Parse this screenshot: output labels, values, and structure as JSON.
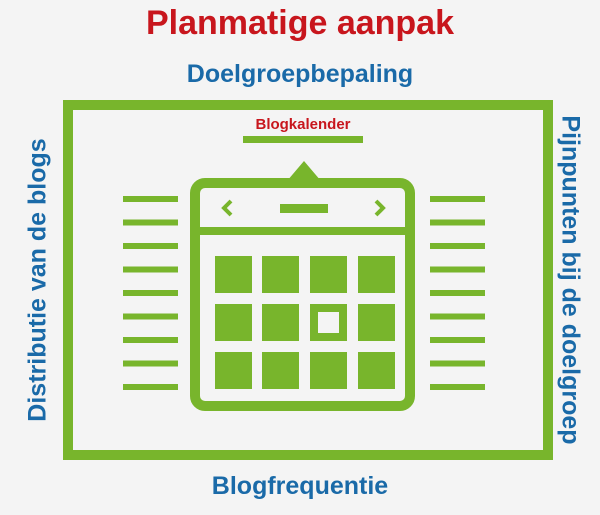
{
  "title": "Planmatige aanpak",
  "sides": {
    "top": "Doelgroepbepaling",
    "bottom": "Blogfrequentie",
    "left": "Distributie van de blogs",
    "right": "Pijnpunten bij de doelgroep"
  },
  "center_label": "Blogkalender",
  "colors": {
    "green": "#78b52c",
    "red": "#c8161d",
    "blue": "#1a6aa8"
  }
}
